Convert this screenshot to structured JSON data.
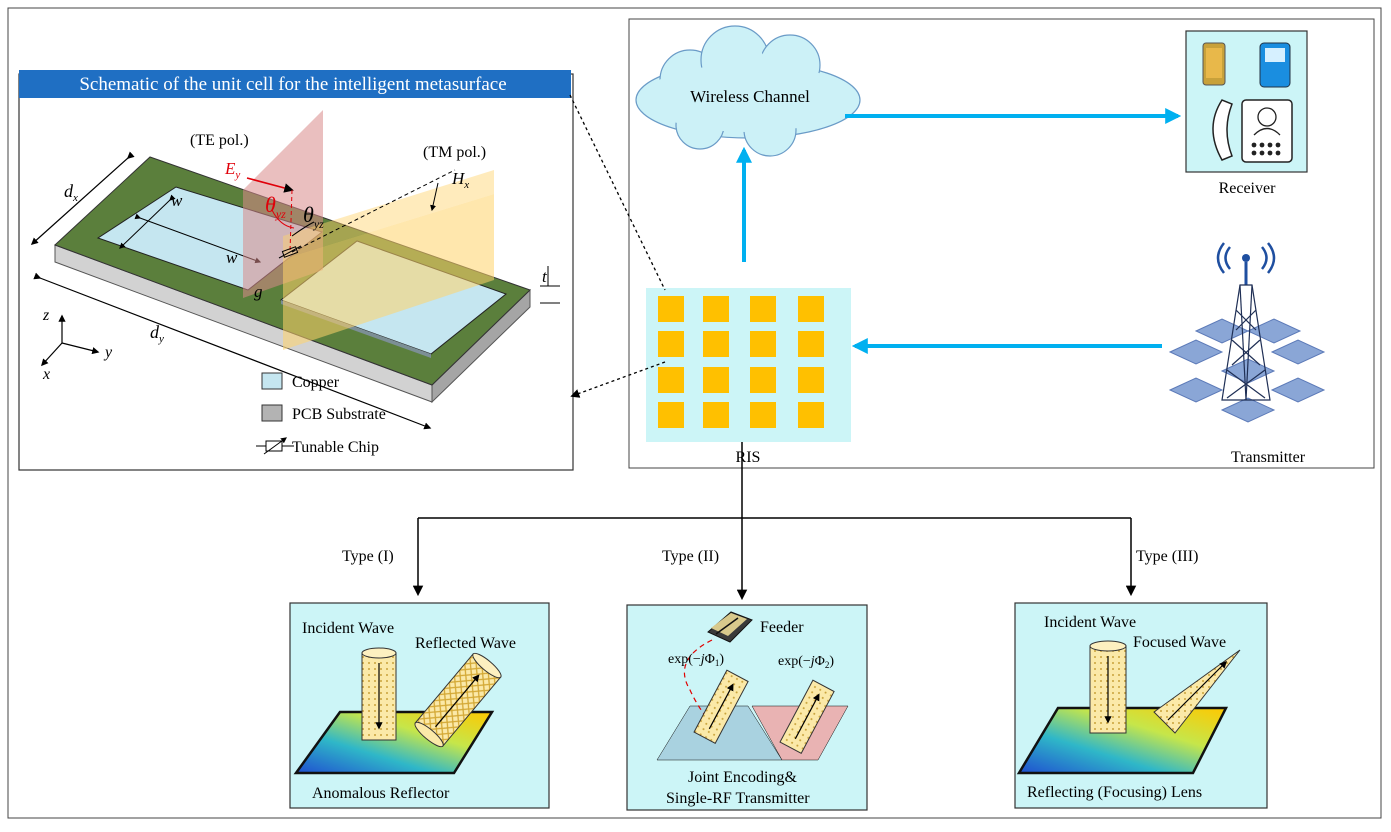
{
  "unit_cell": {
    "banner_title": "Schematic of the unit cell for the intelligent metasurface",
    "te_pol": "(TE pol.)",
    "tm_pol": "(TM pol.)",
    "ey_base": "E",
    "ey_sub": "y",
    "hx_base": "H",
    "hx_sub": "x",
    "theta": "θ",
    "theta_sub": "yz",
    "dx_base": "d",
    "dx_sub": "x",
    "dy_base": "d",
    "dy_sub": "y",
    "w": "w",
    "g": "g",
    "t": "t",
    "axis_z": "z",
    "axis_y": "y",
    "axis_x": "x",
    "legend": {
      "copper": "Copper",
      "pcb": "PCB Substrate",
      "chip": "Tunable Chip"
    }
  },
  "system": {
    "wireless_channel": "Wireless Channel",
    "receiver": "Receiver",
    "transmitter": "Transmitter",
    "ris": "RIS"
  },
  "types": [
    {
      "label": "Type (I)",
      "incident": "Incident Wave",
      "secondary": "Reflected Wave",
      "caption": "Anomalous Reflector"
    },
    {
      "label": "Type (II)",
      "feeder": "Feeder",
      "exp1_pre": "exp(−",
      "exp1_j": "j",
      "exp1_phi": "Φ",
      "exp1_sub": "1",
      "exp1_post": ")",
      "exp2_pre": "exp(−",
      "exp2_j": "j",
      "exp2_phi": "Φ",
      "exp2_sub": "2",
      "exp2_post": ")",
      "caption_line1": "Joint Encoding&",
      "caption_line2": "Single-RF Transmitter"
    },
    {
      "label": "Type (III)",
      "incident": "Incident Wave",
      "secondary": "Focused Wave",
      "caption": "Reflecting (Focusing) Lens"
    }
  ],
  "colors": {
    "banner": "#1f6fc3",
    "arrow": "#00b0f0",
    "panel_fill": "#ccf5f7",
    "ris_cell": "#ffc000",
    "copper": "#c5e6f0",
    "pcb_top": "#5b7f3c",
    "substrate": "#cfcfcf"
  }
}
